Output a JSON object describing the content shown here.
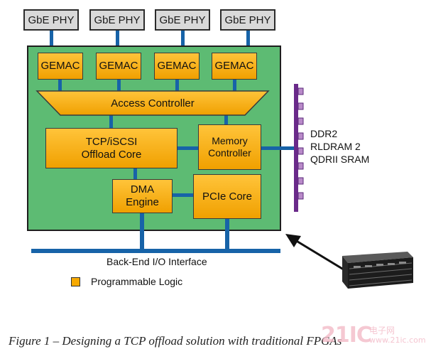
{
  "phys": [
    "GbE PHY",
    "GbE PHY",
    "GbE PHY",
    "GbE PHY"
  ],
  "gemacs": [
    "GEMAC",
    "GEMAC",
    "GEMAC",
    "GEMAC"
  ],
  "access_controller": "Access Controller",
  "tcp_core": [
    "TCP/iSCSI",
    "Offload Core"
  ],
  "memory_controller": [
    "Memory",
    "Controller"
  ],
  "dma_engine": [
    "DMA",
    "Engine"
  ],
  "pcie_core": "PCIe Core",
  "memory_types": [
    "DDR2",
    "RLDRAM 2",
    "QDRII SRAM"
  ],
  "backend_io": "Back-End I/O Interface",
  "legend": "Programmable Logic",
  "caption": "Figure 1 – Designing a TCP offload solution with traditional FPGAs",
  "watermark": {
    "logo": "21IC",
    "cn": "电子网",
    "url": "www.21ic.com"
  },
  "colors": {
    "fpga": "#5dbb73",
    "block": "#ffb81c",
    "bus": "#1763a8",
    "memory_bar": "#6a2a8a"
  }
}
